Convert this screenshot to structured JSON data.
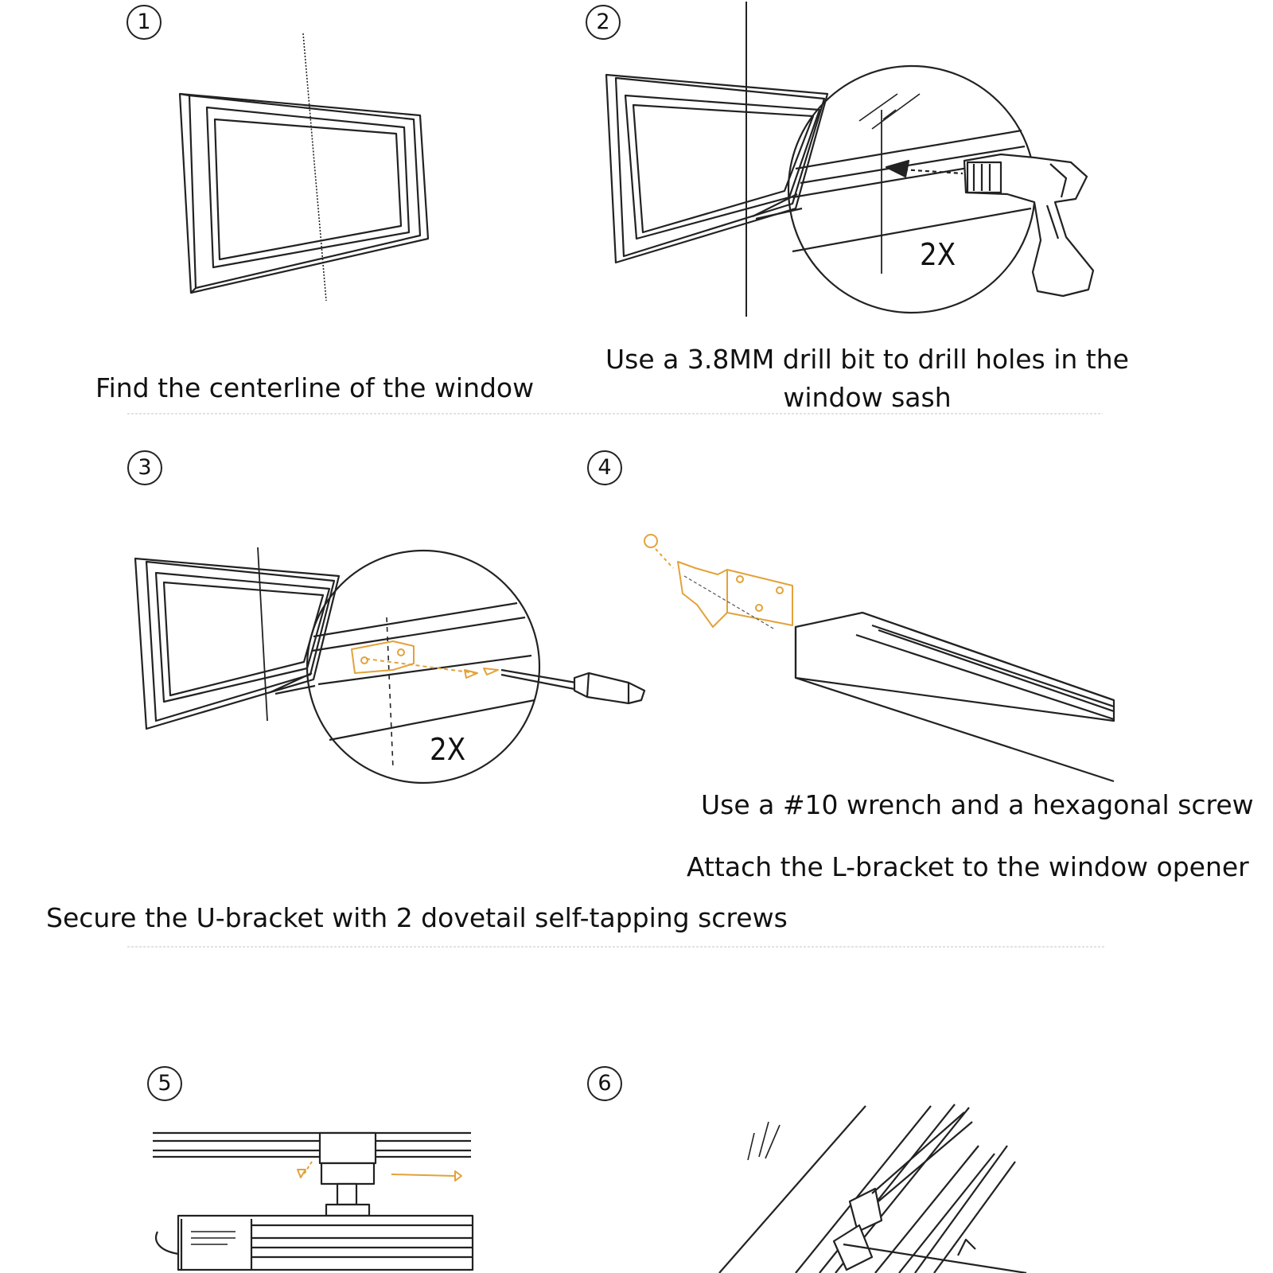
{
  "steps": [
    {
      "number": "1",
      "caption": "Find the centerline of the window"
    },
    {
      "number": "2",
      "caption_line1": "Use a 3.8MM drill bit to drill holes in the",
      "caption_line2": "window sash",
      "callout": "2X"
    },
    {
      "number": "3",
      "caption": "Secure the U-bracket with 2 dovetail self-tapping screws",
      "callout": "2X"
    },
    {
      "number": "4",
      "caption_line1": "Use a #10 wrench and a hexagonal screw",
      "caption_line2": "Attach the L-bracket to the window opener"
    },
    {
      "number": "5"
    },
    {
      "number": "6"
    }
  ],
  "colors": {
    "line": "#222222",
    "bracket": "#e3a23a",
    "divider": "#d8d8d8"
  }
}
